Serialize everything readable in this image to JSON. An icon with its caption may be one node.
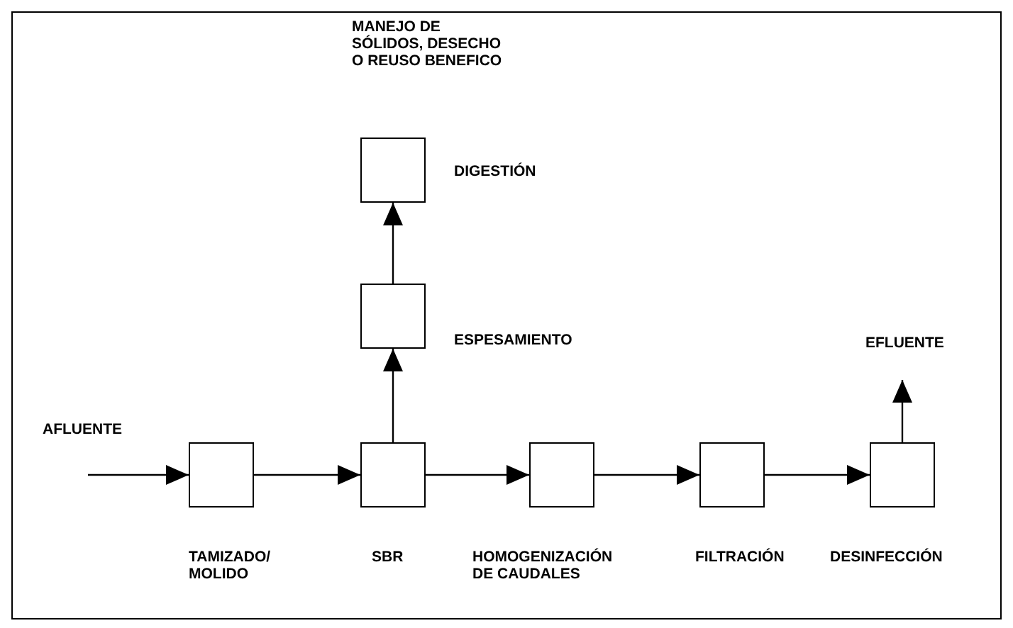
{
  "diagram": {
    "nodes": [
      {
        "text": [],
        "shape": "box",
        "beside": [
          "TAMIZADO/ MOLIDO"
        ]
      },
      {
        "text": [],
        "shape": "box",
        "beside": [
          "SBR"
        ]
      },
      {
        "text": [],
        "shape": "box",
        "beside": [
          "HOMOGENIZACIÓN DE CAUDALES"
        ]
      },
      {
        "text": [],
        "shape": "box",
        "beside": [
          "FILTRACIÓN"
        ]
      },
      {
        "text": [],
        "shape": "box",
        "beside": [
          "DESINFECCIÓN"
        ]
      },
      {
        "text": [],
        "shape": "box",
        "beside": [
          "ESPESAMIENTO"
        ]
      },
      {
        "text": [],
        "shape": "box",
        "beside": [
          "DIGESTIÓN"
        ]
      }
    ],
    "edges": [
      {
        "from": null,
        "to": 0,
        "arrow": "to",
        "label": "AFLUENTE"
      },
      {
        "from": 0,
        "to": 1,
        "arrow": "to"
      },
      {
        "from": 1,
        "to": 2,
        "arrow": "to"
      },
      {
        "from": 2,
        "to": 3,
        "arrow": "to"
      },
      {
        "from": 3,
        "to": 4,
        "arrow": "to"
      },
      {
        "from": 4,
        "to": null,
        "arrow": "to",
        "label": "EFLUENTE"
      },
      {
        "from": 1,
        "to": 5,
        "arrow": "to"
      },
      {
        "from": 5,
        "to": 6,
        "arrow": "to"
      }
    ],
    "labels": [
      "MANEJO DE SÓLIDOS, DESECHO O REUSO BENEFICO"
    ]
  }
}
